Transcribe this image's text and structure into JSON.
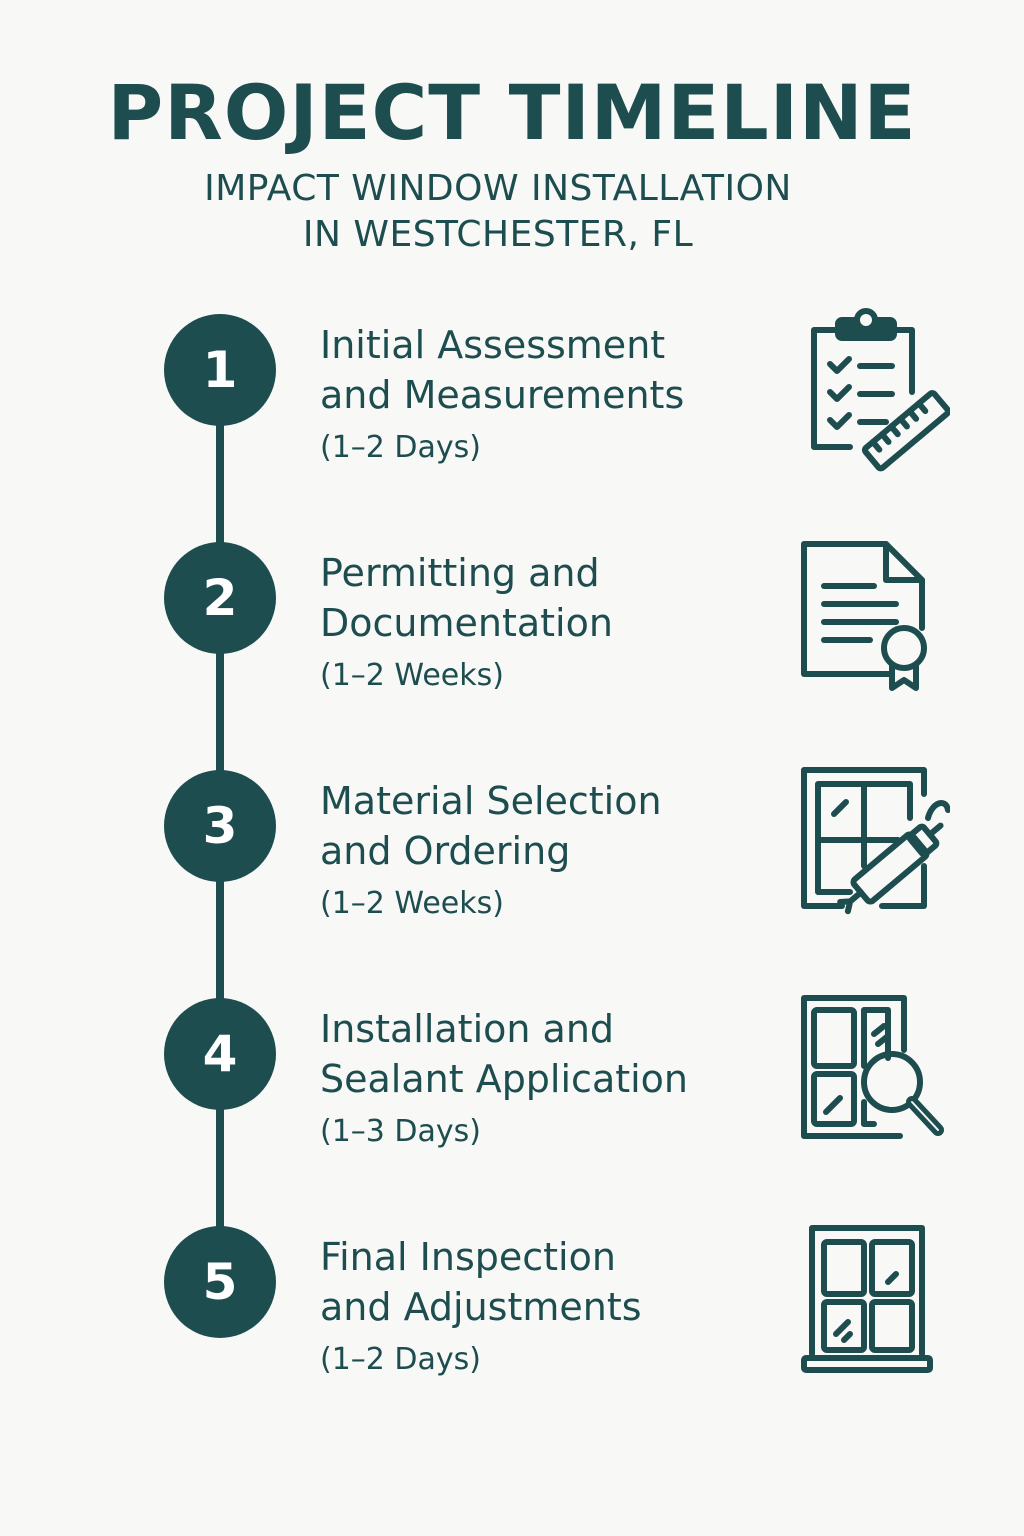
{
  "header": {
    "title": "PROJECT TIMELINE",
    "subtitle_line1": "IMPACT WINDOW INSTALLATION",
    "subtitle_line2": "IN WESTCHESTER, FL"
  },
  "colors": {
    "primary": "#1d4d4f",
    "background": "#f8f8f6",
    "number_text": "#ffffff"
  },
  "steps": [
    {
      "number": "1",
      "heading": "Initial Assessment\nand Measurements",
      "duration": "(1–2 Days)",
      "icon": "clipboard-ruler-icon"
    },
    {
      "number": "2",
      "heading": "Permitting and\nDocumentation",
      "duration": "(1–2 Weeks)",
      "icon": "certificate-document-icon"
    },
    {
      "number": "3",
      "heading": "Material Selection\nand Ordering",
      "duration": "(1–2 Weeks)",
      "icon": "window-caulk-gun-icon"
    },
    {
      "number": "4",
      "heading": "Installation and\nSealant Application",
      "duration": "(1–3 Days)",
      "icon": "window-magnifier-icon"
    },
    {
      "number": "5",
      "heading": "Final Inspection\nand Adjustments",
      "duration": "(1–2 Days)",
      "icon": "window-icon"
    }
  ]
}
